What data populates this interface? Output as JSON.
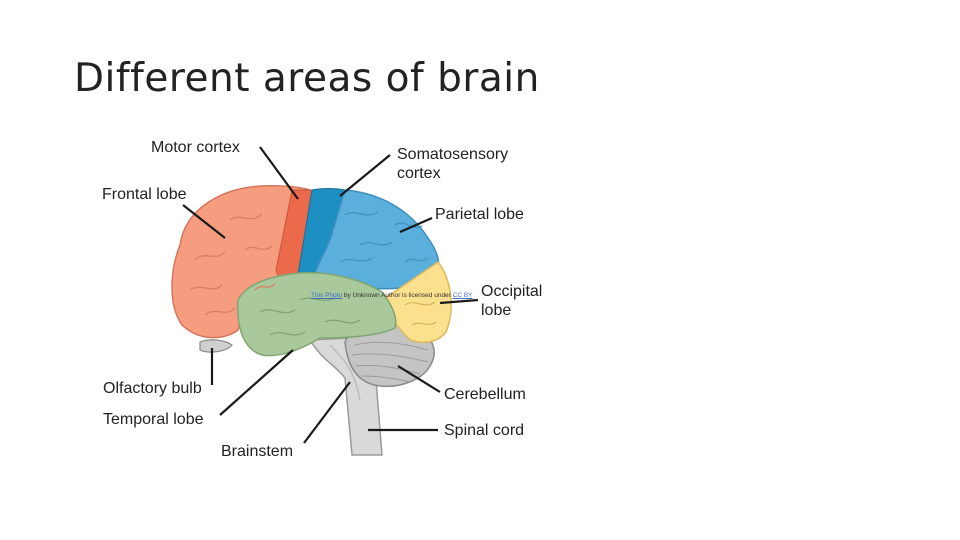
{
  "slide": {
    "title": "Different areas of brain"
  },
  "labels": {
    "motor_cortex": "Motor cortex",
    "somatosensory_line1": "Somatosensory",
    "somatosensory_line2": "cortex",
    "frontal_lobe": "Frontal lobe",
    "parietal_lobe": "Parietal lobe",
    "occipital_line1": "Occipital",
    "occipital_line2": "lobe",
    "olfactory_bulb": "Olfactory bulb",
    "temporal_lobe": "Temporal lobe",
    "cerebellum": "Cerebellum",
    "brainstem": "Brainstem",
    "spinal_cord": "Spinal cord"
  },
  "credit": {
    "link_text": "This Photo",
    "middle_text": " by Unknown Author is licensed under ",
    "license_text": "CC BY"
  },
  "colors": {
    "frontal": "#f59b7e",
    "motor": "#ec6a4c",
    "somatosensory": "#1f8ec0",
    "parietal": "#5aaedc",
    "occipital": "#fde08e",
    "temporal": "#a8c79a",
    "cerebellum": "#c8c8c8",
    "brainstem": "#dcdcdc"
  }
}
